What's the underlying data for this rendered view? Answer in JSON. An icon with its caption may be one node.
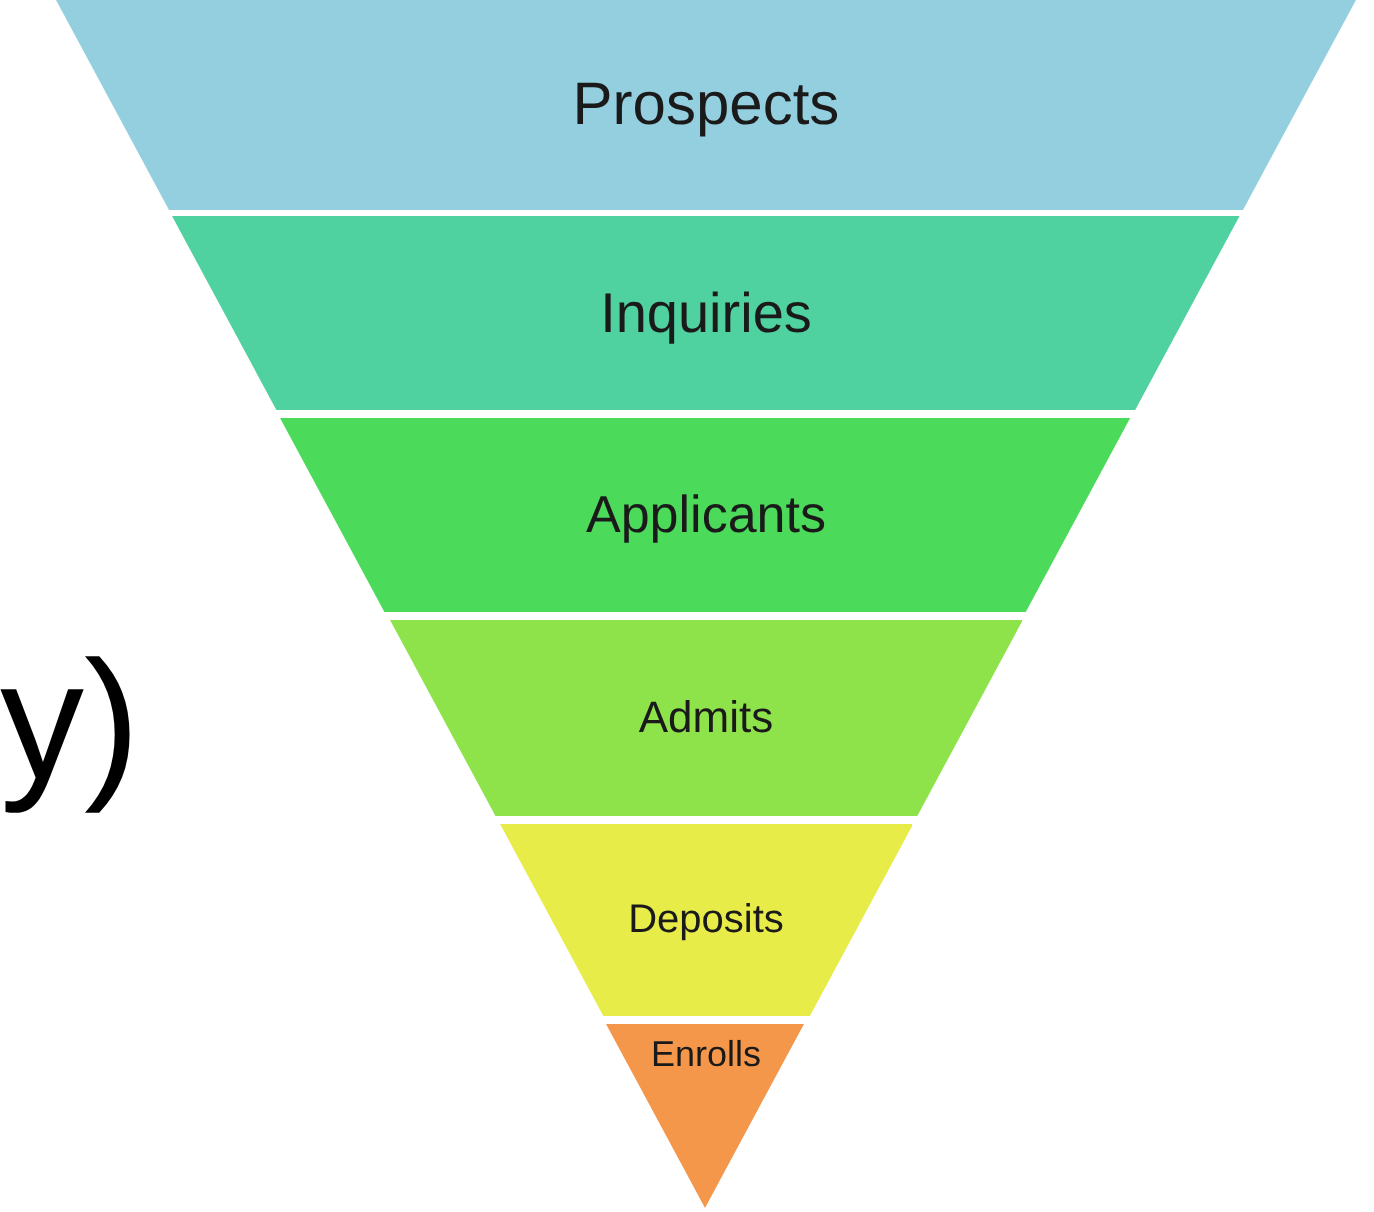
{
  "diagram": {
    "nodes": [
      {
        "text": [
          "Prospects"
        ]
      },
      {
        "text": [
          "Inquiries"
        ]
      },
      {
        "text": [
          "Applicants"
        ]
      },
      {
        "text": [
          "Admits"
        ]
      },
      {
        "text": [
          "Deposits"
        ]
      },
      {
        "text": [
          "Enrolls"
        ]
      }
    ],
    "labels": [
      "y)"
    ]
  }
}
